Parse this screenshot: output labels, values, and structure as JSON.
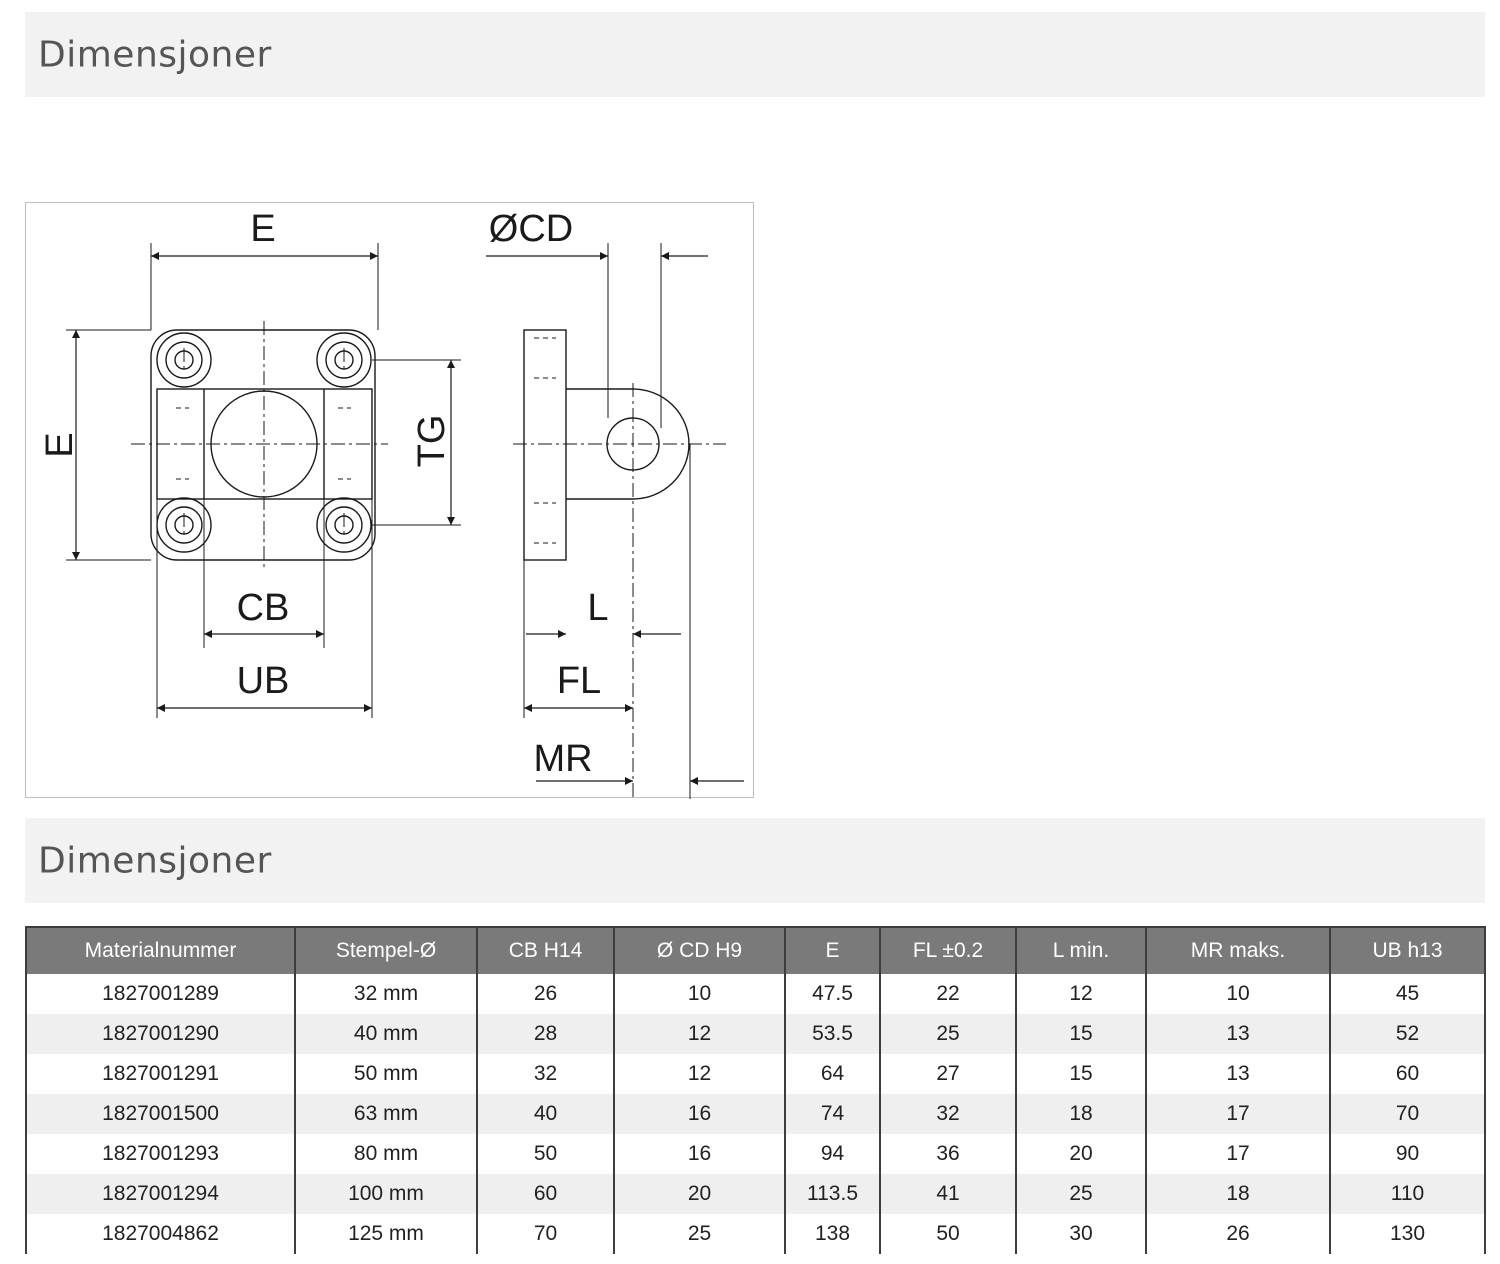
{
  "sections": {
    "drawing_title": "Dimensjoner",
    "table_title": "Dimensjoner"
  },
  "drawing_labels": {
    "e_top": "E",
    "cd": "ØCD",
    "e_left": "E",
    "tg": "TG",
    "cb": "CB",
    "l": "L",
    "ub": "UB",
    "fl": "FL",
    "mr": "MR"
  },
  "table": {
    "headers": [
      "Materialnummer",
      "Stempel-Ø",
      "CB H14",
      "Ø CD H9",
      "E",
      "FL ±0.2",
      "L min.",
      "MR maks.",
      "UB h13"
    ],
    "rows": [
      [
        "1827001289",
        "32 mm",
        "26",
        "10",
        "47.5",
        "22",
        "12",
        "10",
        "45"
      ],
      [
        "1827001290",
        "40 mm",
        "28",
        "12",
        "53.5",
        "25",
        "15",
        "13",
        "52"
      ],
      [
        "1827001291",
        "50 mm",
        "32",
        "12",
        "64",
        "27",
        "15",
        "13",
        "60"
      ],
      [
        "1827001500",
        "63 mm",
        "40",
        "16",
        "74",
        "32",
        "18",
        "17",
        "70"
      ],
      [
        "1827001293",
        "80 mm",
        "50",
        "16",
        "94",
        "36",
        "20",
        "17",
        "90"
      ],
      [
        "1827001294",
        "100 mm",
        "60",
        "20",
        "113.5",
        "41",
        "25",
        "18",
        "110"
      ],
      [
        "1827004862",
        "125 mm",
        "70",
        "25",
        "138",
        "50",
        "30",
        "26",
        "130"
      ]
    ]
  }
}
